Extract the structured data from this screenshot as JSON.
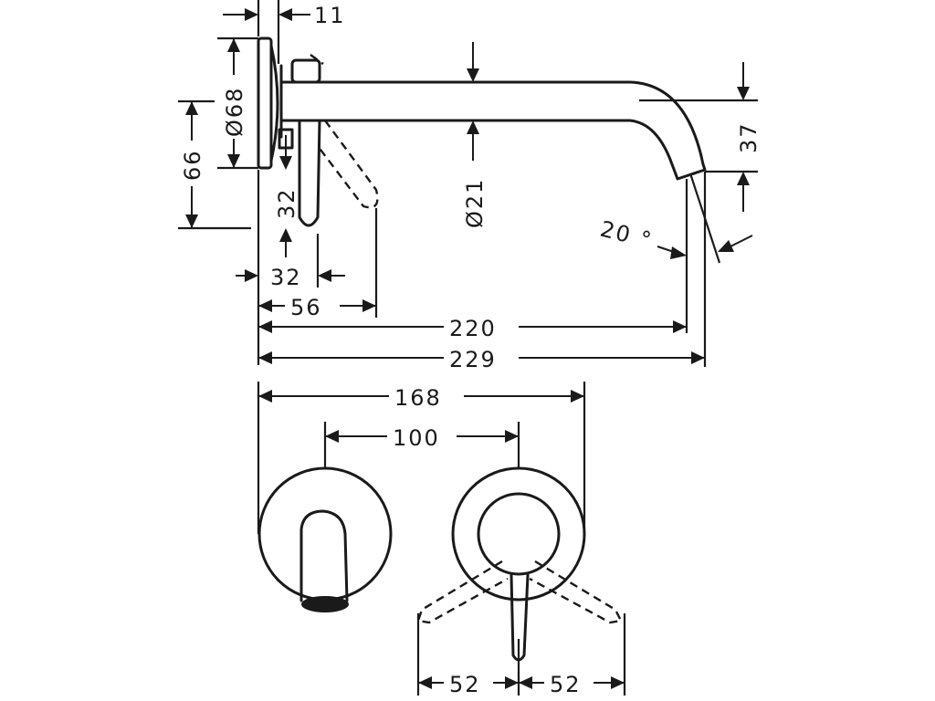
{
  "dimensions": {
    "d11": "11",
    "dia68": "Ø68",
    "d66": "66",
    "d32_vertical": "32",
    "d32_horizontal": "32",
    "d56": "56",
    "dia21": "Ø21",
    "d37": "37",
    "angle20": "20 °",
    "d220": "220",
    "d229": "229",
    "d168": "168",
    "d100": "100",
    "d52_left": "52",
    "d52_right": "52"
  }
}
